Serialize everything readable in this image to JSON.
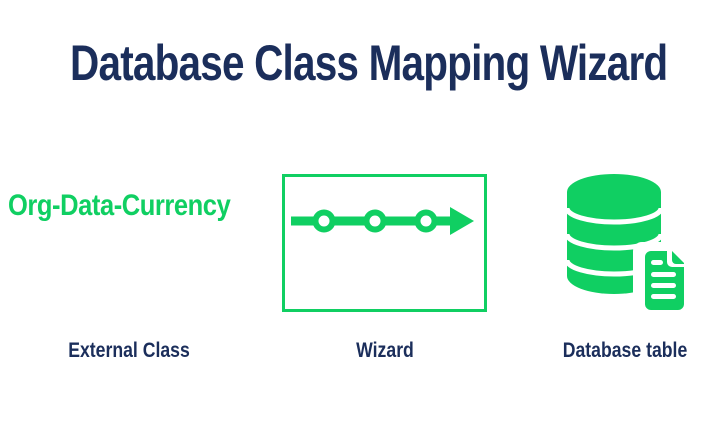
{
  "title": "Database Class Mapping Wizard",
  "colors": {
    "navy": "#1b2e5b",
    "green": "#10cf62",
    "background": "#ffffff"
  },
  "columns": {
    "external_class": {
      "value": "Org-Data-Currency",
      "caption": "External Class"
    },
    "wizard": {
      "caption": "Wizard",
      "steps": 3
    },
    "database_table": {
      "caption": "Database table"
    }
  }
}
